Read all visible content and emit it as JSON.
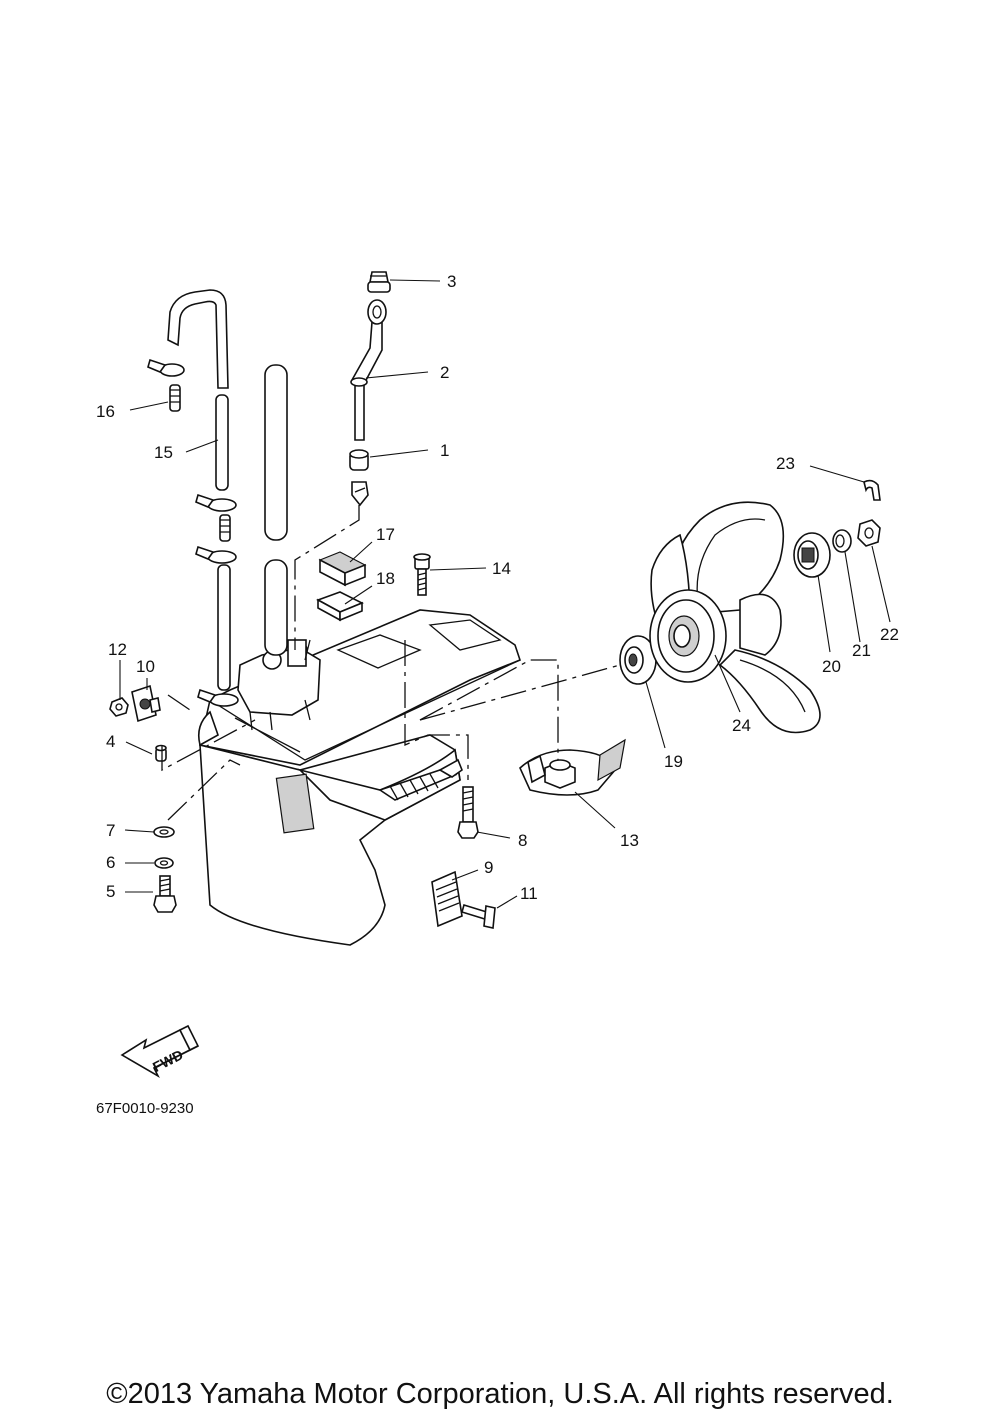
{
  "callouts": [
    "1",
    "2",
    "3",
    "4",
    "5",
    "6",
    "7",
    "8",
    "9",
    "10",
    "11",
    "12",
    "13",
    "14",
    "15",
    "16",
    "17",
    "18",
    "19",
    "20",
    "21",
    "22",
    "23",
    "24"
  ],
  "fwd_label": "FWD",
  "diagram_code": "67F0010-9230",
  "copyright": "©2013 Yamaha Motor Corporation, U.S.A. All rights reserved."
}
